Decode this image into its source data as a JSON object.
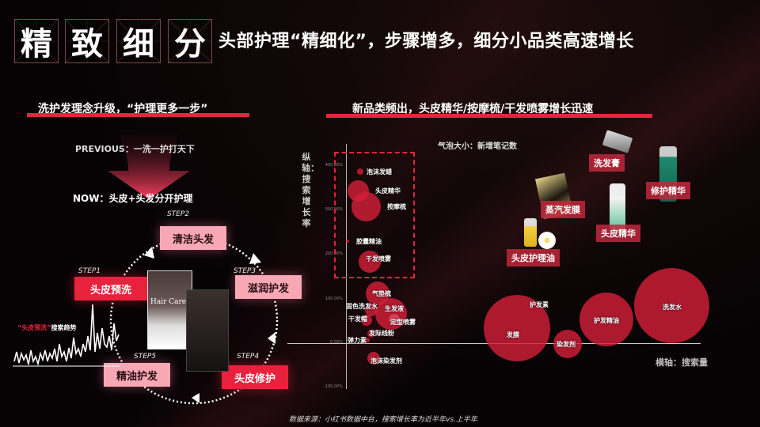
{
  "header": {
    "title_chars": [
      "精",
      "致",
      "细",
      "分"
    ],
    "subtitle": "头部护理“精细化”，步骤增多，细分小品类高速增长"
  },
  "left_panel": {
    "section_title": "洗护发理念升级，“护理更多一步”",
    "previous_text": "PREVIOUS：一洗一护打天下",
    "now_text": "NOW：头皮+头发分开护理",
    "steps": [
      {
        "step": "STEP1",
        "label": "头皮预洗",
        "style": "red"
      },
      {
        "step": "STEP2",
        "label": "清洁头发",
        "style": "pink"
      },
      {
        "step": "STEP3",
        "label": "滋润护发",
        "style": "pink"
      },
      {
        "step": "STEP4",
        "label": "头皮修护",
        "style": "red"
      },
      {
        "step": "STEP5",
        "label": "精油护发",
        "style": "pink"
      }
    ],
    "trend_label_quote": "“头皮预洗”",
    "trend_label_rest": "搜索趋势",
    "photo_card_title": "Hair Care"
  },
  "right_panel": {
    "section_title": "新品类频出，头皮精华/按摩梳/干发喷雾增长迅速",
    "bubble_size_legend": "气泡大小：新增笔记数",
    "y_axis_label": "纵轴：搜索增长率",
    "x_axis_label": "横轴：搜索量",
    "y_ticks": [
      "400.00%",
      "300.00%",
      "200.00%",
      "100.00%",
      "0.00%",
      "-100.00%"
    ],
    "product_tags": [
      "洗发膏",
      "修护精华",
      "蒸汽发膜",
      "头皮精华",
      "头皮护理油"
    ]
  },
  "footer": {
    "source": "数据来源：小红书数据中台，搜索增长率为近半年vs.上半年"
  },
  "colors": {
    "accent_red": "#e8243c",
    "pink": "#f7a8b4",
    "bubble": "#c81e3c",
    "background": "#070305"
  },
  "chart_data": {
    "type": "scatter",
    "title": "新品类频出，头皮精华/按摩梳/干发喷雾增长迅速",
    "xlabel": "横轴：搜索量",
    "ylabel": "纵轴：搜索增长率",
    "bubble_size": "气泡大小：新增笔记数",
    "ylim": [
      -100,
      420
    ],
    "y_ticks": [
      -100,
      0,
      100,
      200,
      300,
      400
    ],
    "legend": "none",
    "points": [
      {
        "name": "泡沫发蜡",
        "x": 1,
        "y": 385,
        "size": 2
      },
      {
        "name": "头皮精华",
        "x": 2,
        "y": 345,
        "size": 12
      },
      {
        "name": "按摩梳",
        "x": 3,
        "y": 310,
        "size": 18
      },
      {
        "name": "胶囊精油",
        "x": 0.5,
        "y": 230,
        "size": 1
      },
      {
        "name": "干发喷雾",
        "x": 3,
        "y": 182,
        "size": 11
      },
      {
        "name": "气垫梳",
        "x": 4,
        "y": 108,
        "size": 10
      },
      {
        "name": "固色洗发水",
        "x": 2,
        "y": 78,
        "size": 5
      },
      {
        "name": "生发液",
        "x": 7,
        "y": 70,
        "size": 22
      },
      {
        "name": "干发帽",
        "x": 2,
        "y": 45,
        "size": 4
      },
      {
        "name": "定型喷雾",
        "x": 5,
        "y": 50,
        "size": 8
      },
      {
        "name": "发际线粉",
        "x": 3,
        "y": 20,
        "size": 3
      },
      {
        "name": "弹力素",
        "x": 2,
        "y": 5,
        "size": 2
      },
      {
        "name": "泡沫染发剂",
        "x": 3,
        "y": -40,
        "size": 5
      },
      {
        "name": "发膜",
        "x": 55,
        "y": 10,
        "size": 30
      },
      {
        "name": "护发素",
        "x": 62,
        "y": 40,
        "size": 0
      },
      {
        "name": "染发剂",
        "x": 70,
        "y": -5,
        "size": 12
      },
      {
        "name": "护发精油",
        "x": 82,
        "y": 30,
        "size": 22
      },
      {
        "name": "洗发水",
        "x": 100,
        "y": 55,
        "size": 32
      }
    ]
  }
}
